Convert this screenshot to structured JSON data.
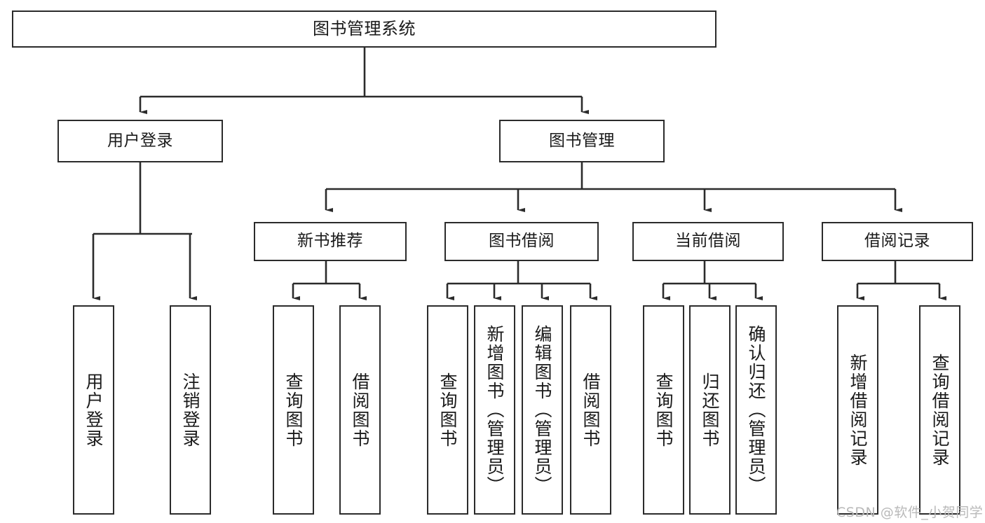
{
  "diagram": {
    "title": "图书管理系统",
    "type": "hierarchy-tree",
    "style": {
      "box_border_color": "#2b2b2b",
      "box_fill_color": "#ffffff",
      "line_color": "#2b2b2b",
      "text_color": "#1a1a1a",
      "background": "#ffffff",
      "watermark_color": "#b9b9b9"
    },
    "root": {
      "label": "图书管理系统"
    },
    "level2": [
      {
        "label": "用户登录"
      },
      {
        "label": "图书管理"
      }
    ],
    "level3": [
      {
        "label": "新书推荐"
      },
      {
        "label": "图书借阅"
      },
      {
        "label": "当前借阅"
      },
      {
        "label": "借阅记录"
      }
    ],
    "leaves": {
      "user_login": [
        {
          "label": "用户登录"
        },
        {
          "label": "注销登录"
        }
      ],
      "new_book_recommend": [
        {
          "label": "查询图书"
        },
        {
          "label": "借阅图书"
        }
      ],
      "book_borrow": [
        {
          "label": "查询图书"
        },
        {
          "label": "新增图书（管理员）"
        },
        {
          "label": "编辑图书（管理员）"
        },
        {
          "label": "借阅图书"
        }
      ],
      "current_borrow": [
        {
          "label": "查询图书"
        },
        {
          "label": "归还图书"
        },
        {
          "label": "确认归还（管理员）"
        }
      ],
      "borrow_record": [
        {
          "label": "新增借阅记录"
        },
        {
          "label": "查询借阅记录"
        }
      ]
    },
    "watermark": "CSDN @软件_小贺同学"
  }
}
